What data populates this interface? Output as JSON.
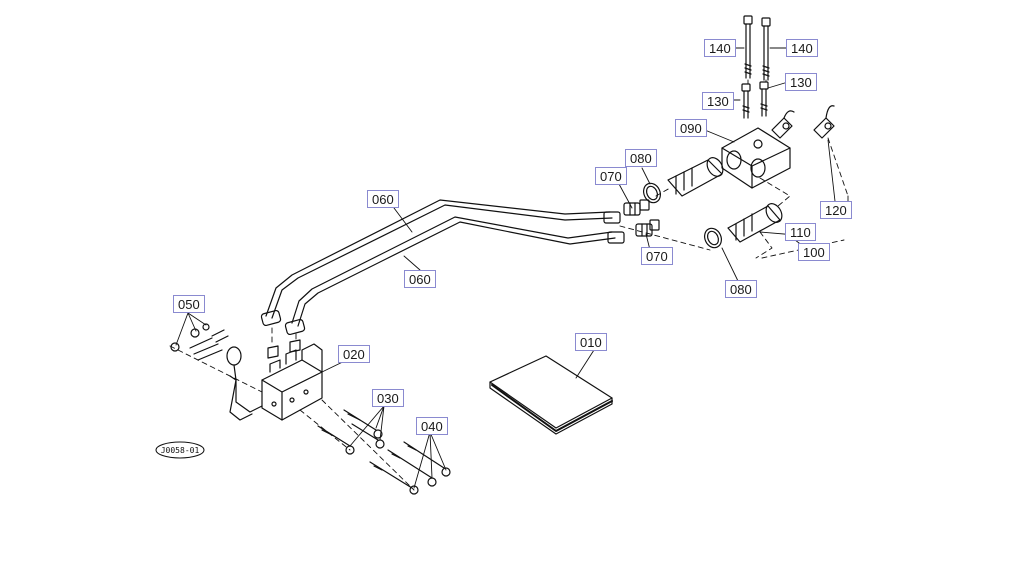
{
  "diagram": {
    "stamp_text": "J0058-01",
    "callouts": {
      "c010": "010",
      "c020": "020",
      "c030": "030",
      "c040": "040",
      "c050": "050",
      "c060a": "060",
      "c060b": "060",
      "c070a": "070",
      "c070b": "070",
      "c080a": "080",
      "c080b": "080",
      "c090": "090",
      "c100": "100",
      "c110": "110",
      "c120": "120",
      "c130a": "130",
      "c130b": "130",
      "c140a": "140",
      "c140b": "140"
    }
  }
}
